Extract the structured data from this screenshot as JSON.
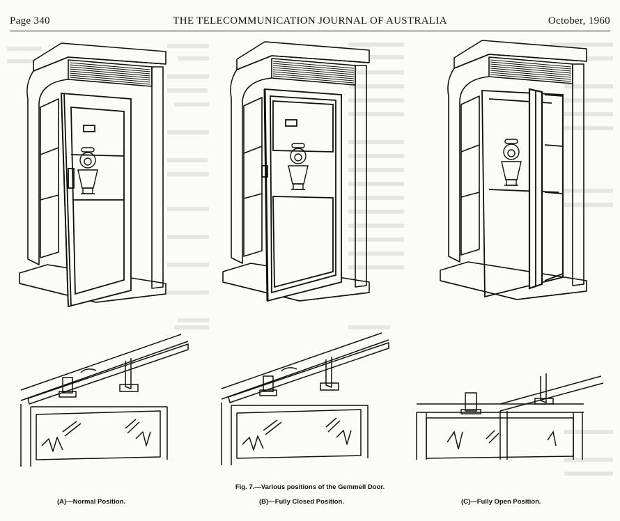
{
  "header": {
    "page_number": "Page 340",
    "journal_title": "THE TELECOMMUNICATION JOURNAL OF AUSTRALIA",
    "date": "October, 1960"
  },
  "figure": {
    "caption": "Fig. 7.—Various positions of the Gemmell Door.",
    "panels": [
      {
        "id": "A",
        "label": "(A)—Normal Position."
      },
      {
        "id": "B",
        "label": "(B)—Fully Closed Position."
      },
      {
        "id": "C",
        "label": "(C)—Fully Open Position."
      }
    ]
  }
}
